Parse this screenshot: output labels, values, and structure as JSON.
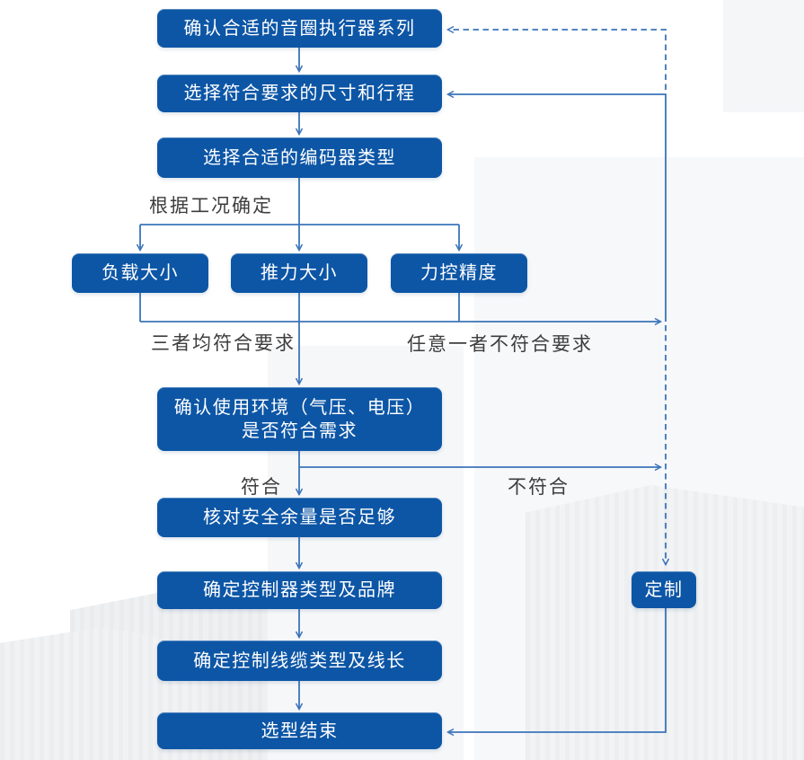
{
  "diagram": {
    "nodes": {
      "series": "确认合适的音圈执行器系列",
      "size_stroke": "选择符合要求的尺寸和行程",
      "encoder": "选择合适的编码器类型",
      "load": "负载大小",
      "thrust": "推力大小",
      "force_precision": "力控精度",
      "environment_line1": "确认使用环境（气压、电压）",
      "environment_line2": "是否符合需求",
      "safety_margin": "核对安全余量是否足够",
      "controller": "确定控制器类型及品牌",
      "cable": "确定控制线缆类型及线长",
      "end": "选型结束",
      "custom": "定制"
    },
    "labels": {
      "condition": "根据工况确定",
      "all_meet": "三者均符合要求",
      "any_not_meet": "任意一者不符合要求",
      "meet": "符合",
      "not_meet": "不符合"
    },
    "colors": {
      "node_fill": "#0d56a6",
      "node_text": "#ffffff",
      "line": "#3b74b9",
      "label_text": "#3d3d3d",
      "background": "#ffffff"
    }
  }
}
